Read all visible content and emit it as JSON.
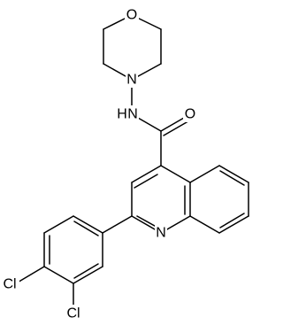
{
  "atoms": {
    "morpholine_o": "O",
    "morpholine_n": "N",
    "amide_nh": "N",
    "amide_h": "H",
    "carbonyl_o": "O",
    "quinoline_n": "N",
    "cl_upper": "Cl",
    "cl_lower": "Cl"
  },
  "colors": {
    "bond": "#000000",
    "text": "#000000",
    "background": "#ffffff"
  }
}
